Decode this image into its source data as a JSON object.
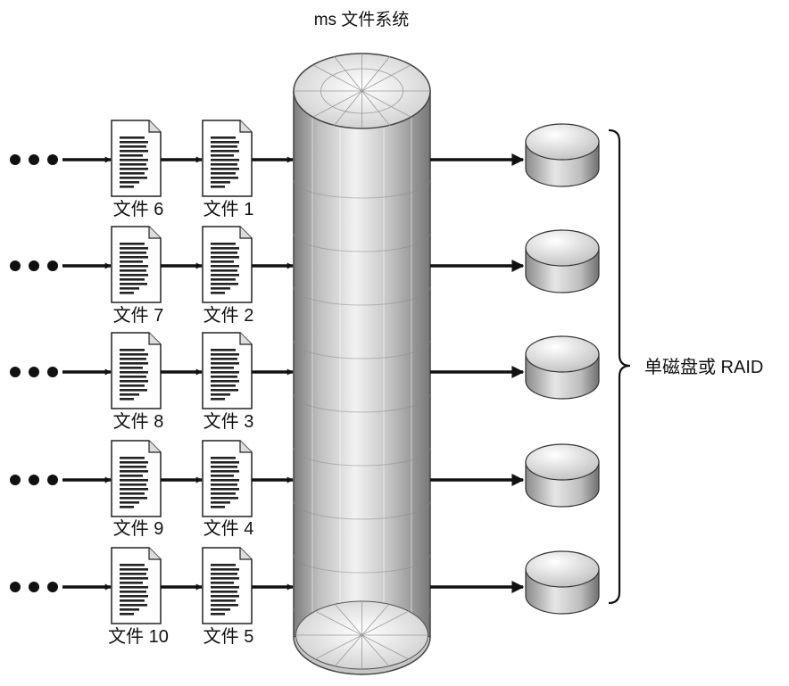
{
  "title": "ms 文件系统",
  "rows": [
    {
      "left_file": "文件 6",
      "right_file": "文件 1"
    },
    {
      "left_file": "文件 7",
      "right_file": "文件 2"
    },
    {
      "left_file": "文件 8",
      "right_file": "文件 3"
    },
    {
      "left_file": "文件 9",
      "right_file": "文件 4"
    },
    {
      "left_file": "文件 10",
      "right_file": "文件 5"
    }
  ],
  "storage_label": "单磁盘或 RAID",
  "icons": {
    "ellipsis": "ellipsis-icon",
    "document": "document-icon",
    "disk": "disk-icon",
    "arrow": "arrow-icon",
    "brace": "brace-icon",
    "cylinder": "filesystem-cylinder"
  }
}
